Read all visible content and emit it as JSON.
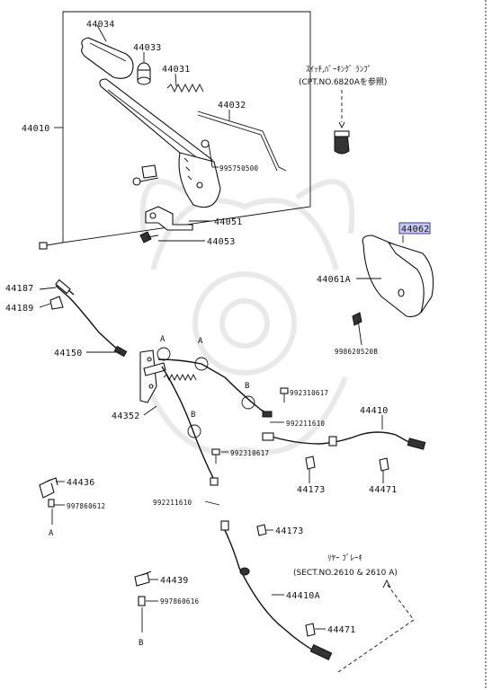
{
  "labels": {
    "p44034": "44034",
    "p44033": "44033",
    "p44031": "44031",
    "p44032": "44032",
    "p44010": "44010",
    "p995750500": "995750500",
    "p44051": "44051",
    "p44053": "44053",
    "p44062": "44062",
    "p44061A": "44061A",
    "p998620520B": "998620520B",
    "p44187": "44187",
    "p44189": "44189",
    "p44150": "44150",
    "p44352": "44352",
    "p992310617a": "992310617",
    "p992211610a": "992211610",
    "p44410": "44410",
    "p992310617b": "992310617",
    "p44173a": "44173",
    "p44471a": "44471",
    "p44436": "44436",
    "p997860612": "997860612",
    "p992211610b": "992211610",
    "p44173b": "44173",
    "p44439": "44439",
    "p997860616": "997860616",
    "p44410A": "44410A",
    "p44471b": "44471"
  },
  "refs": {
    "refA1": "A",
    "refA2": "A",
    "refB1": "B",
    "refB2": "B",
    "refA3": "A",
    "refB3": "B"
  },
  "notes": {
    "switch_line1": "ｽｲｯﾁ,ﾊﾟｰｷﾝｸﾞ ﾗﾝﾌﾟ",
    "switch_line2": "(CPT.NO.6820Aを参照)",
    "rear_line1": "ﾘﾔｰ ﾌﾞﾚｰｷ",
    "rear_line2": "(SECT.NO.2610 & 2610 A)"
  },
  "highlight_color": "#c9c9ef"
}
